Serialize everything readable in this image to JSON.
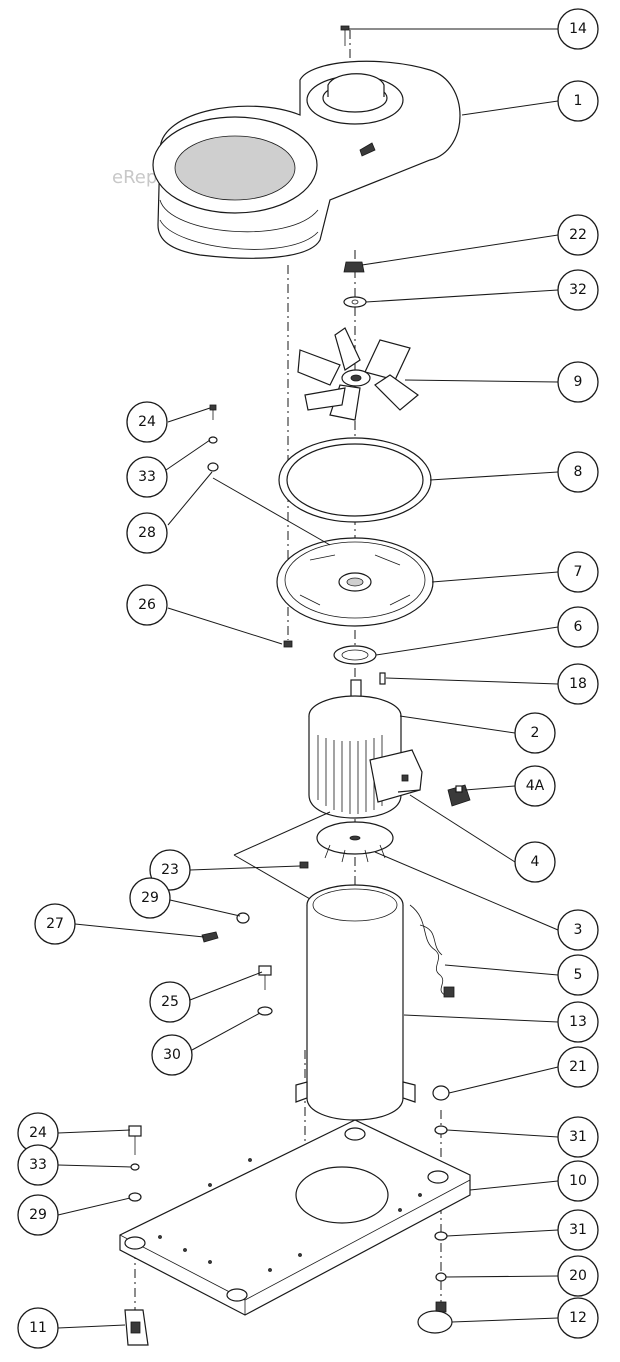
{
  "watermark": "eReplacementParts.com",
  "callouts": {
    "p14": "14",
    "p1": "1",
    "p22": "22",
    "p32": "32",
    "p9": "9",
    "p24a": "24",
    "p33a": "33",
    "p28": "28",
    "p8": "8",
    "p7": "7",
    "p26": "26",
    "p6": "6",
    "p18": "18",
    "p2": "2",
    "p4a": "4A",
    "p4": "4",
    "p23": "23",
    "p3": "3",
    "p29a": "29",
    "p27": "27",
    "p5": "5",
    "p25": "25",
    "p13": "13",
    "p30": "30",
    "p21": "21",
    "p24b": "24",
    "p31a": "31",
    "p33b": "33",
    "p10": "10",
    "p29b": "29",
    "p31b": "31",
    "p20": "20",
    "p11": "11",
    "p12": "12"
  }
}
